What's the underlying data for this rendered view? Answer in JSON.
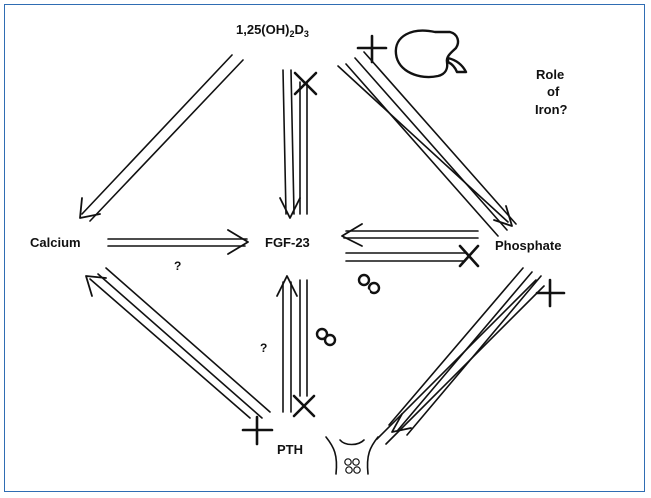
{
  "nodes": {
    "vitd_main": "1,25(OH)",
    "vitd_sub2": "2",
    "vitd_d": "D",
    "vitd_sub3": "3",
    "calcium": "Calcium",
    "fgf23": "FGF-23",
    "phosphate": "Phosphate",
    "pth": "PTH"
  },
  "annotations": {
    "q_calcium_fgf": "?",
    "q_pth_fgf": "?",
    "role_line1": "Role",
    "role_line2": "of",
    "role_line3": "Iron?"
  },
  "icons": [
    "kidney-icon",
    "bone-icon",
    "parathyroid-icon",
    "inhibition-x-icon",
    "inhibition-cross-icon",
    "arrow-icon"
  ],
  "colors": {
    "frame": "#2f6db3",
    "ink": "#111111",
    "background": "#ffffff"
  }
}
